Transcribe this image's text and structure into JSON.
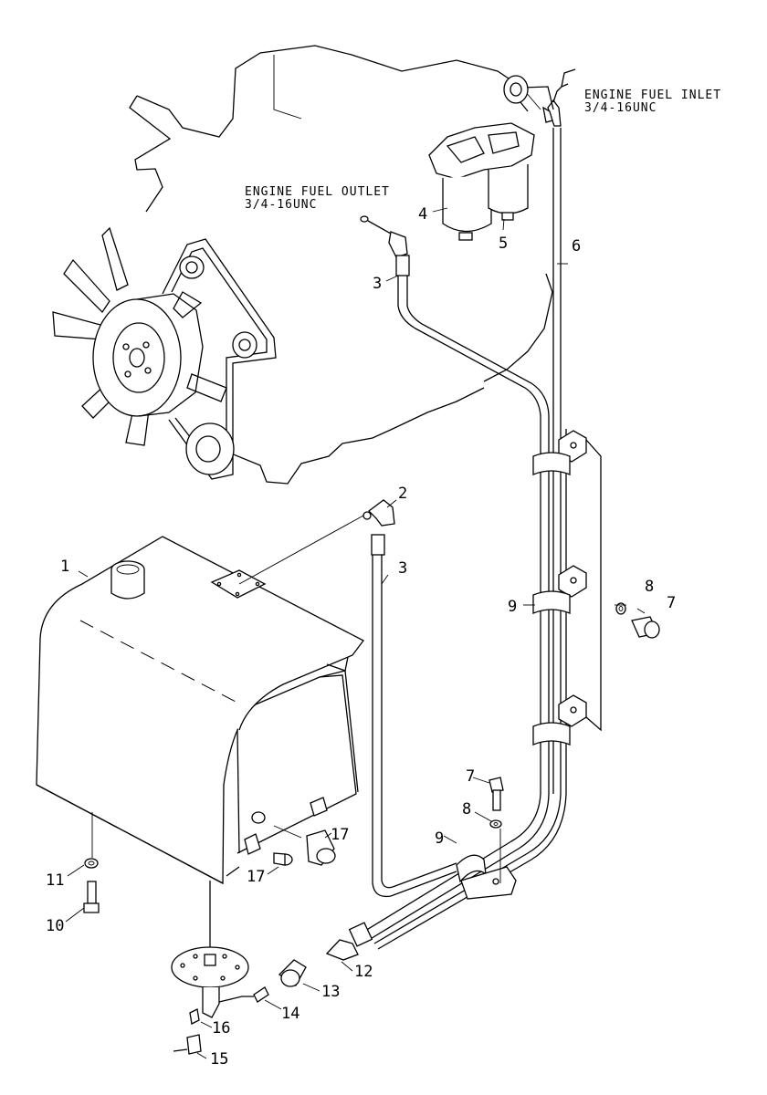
{
  "notes": {
    "inlet_title": "ENGINE FUEL INLET",
    "inlet_thread": "3/4-16UNC",
    "outlet_title": "ENGINE FUEL OUTLET",
    "outlet_thread": "3/4-16UNC"
  },
  "callouts": {
    "c1": "1",
    "c2": "2",
    "c3a": "3",
    "c3b": "3",
    "c4": "4",
    "c5": "5",
    "c6": "6",
    "c7a": "7",
    "c7b": "7",
    "c8a": "8",
    "c8b": "8",
    "c9a": "9",
    "c9b": "9",
    "c10": "10",
    "c11": "11",
    "c12": "12",
    "c13": "13",
    "c14": "14",
    "c15": "15",
    "c16": "16",
    "c17a": "17",
    "c17b": "17"
  }
}
